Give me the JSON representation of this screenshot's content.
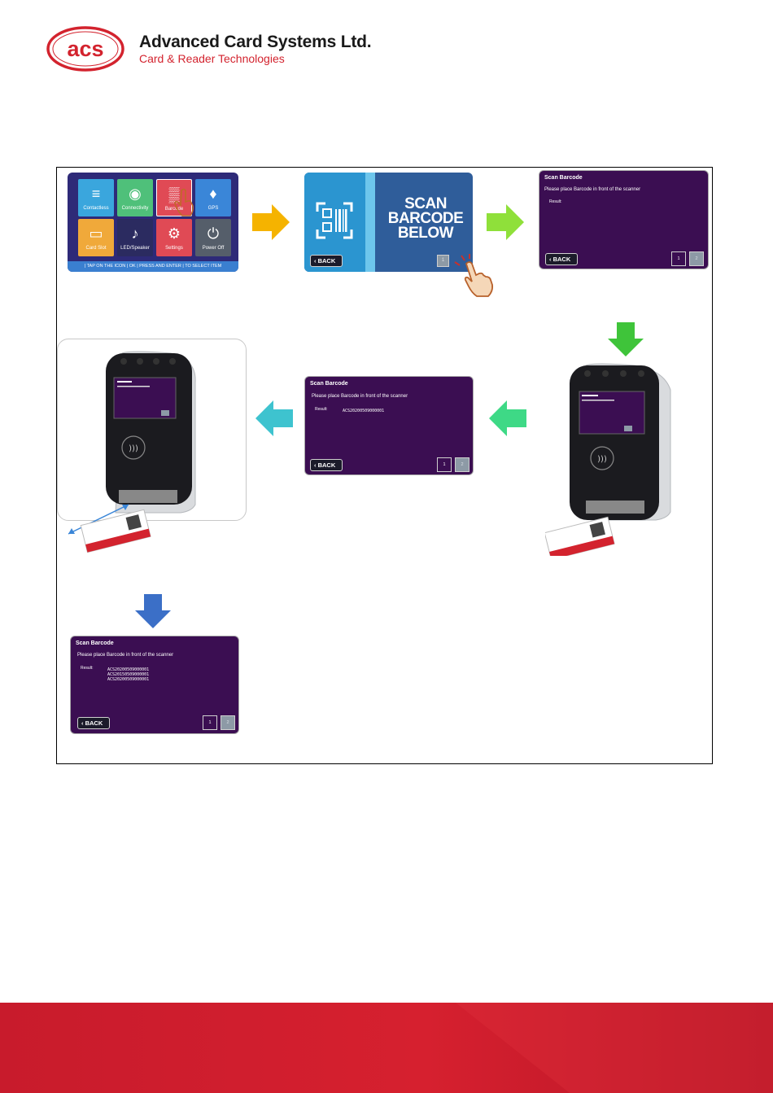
{
  "header": {
    "logo_text": "acs",
    "company_name": "Advanced Card Systems Ltd.",
    "tagline": "Card & Reader Technologies"
  },
  "colors": {
    "brand_red": "#d3232e",
    "dialog_purple": "#3b0e52",
    "arrow_orange": "#f5b300",
    "arrow_lime": "#8fe03a",
    "arrow_green": "#3fc43a",
    "arrow_mint": "#3ed986",
    "arrow_teal": "#3ec3cf",
    "arrow_blue": "#3b6fc7"
  },
  "menu_screen": {
    "tiles": [
      {
        "label": "Contactless",
        "icon": "contactless-icon",
        "color": "#3aa6dd"
      },
      {
        "label": "Connectivity",
        "icon": "wireless-icon",
        "color": "#4fc07a"
      },
      {
        "label": "Barcode",
        "icon": "barcode-icon",
        "color": "#e04a55"
      },
      {
        "label": "GPS",
        "icon": "location-pin-icon",
        "color": "#3a86d8"
      },
      {
        "label": "Card Slot",
        "icon": "folder-icon",
        "color": "#f0a93a"
      },
      {
        "label": "LED/Speaker",
        "icon": "led-speaker-icon",
        "color": "#2b2b60"
      },
      {
        "label": "Settings",
        "icon": "gear-icon",
        "color": "#e04a55"
      },
      {
        "label": "Power Off",
        "icon": "power-icon",
        "color": "#555e6a"
      }
    ],
    "footer": "| TAP ON THE ICON | OK | PRESS AND ENTER | TO SELECT ITEM"
  },
  "scan_below_screen": {
    "text": "SCAN BARCODE BELOW",
    "back": "BACK",
    "page": "1"
  },
  "dialog_empty": {
    "title": "Scan Barcode",
    "instruction": "Please place Barcode in front of the scanner",
    "result_label": "Result:",
    "back": "BACK",
    "pages": [
      "1",
      "2"
    ]
  },
  "dialog_one": {
    "title": "Scan Barcode",
    "instruction": "Please place Barcode in front of the scanner",
    "result_label": "Result:",
    "result_value": "ACS20200509000001",
    "back": "BACK",
    "pages": [
      "1",
      "2"
    ]
  },
  "dialog_three": {
    "title": "Scan Barcode",
    "instruction": "Please place Barcode in front of the scanner",
    "result_label": "Result:",
    "result_values": [
      "ACS20200509000001",
      "ACS20150509000001",
      "ACS20200509000001"
    ],
    "back": "BACK",
    "pages": [
      "1",
      "2"
    ]
  }
}
